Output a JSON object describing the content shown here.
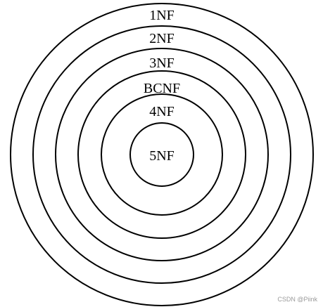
{
  "diagram": {
    "rings": [
      {
        "label": "1NF"
      },
      {
        "label": "2NF"
      },
      {
        "label": "3NF"
      },
      {
        "label": "BCNF"
      },
      {
        "label": "4NF"
      },
      {
        "label": "5NF"
      }
    ],
    "colors": {
      "stroke": "#000000",
      "text": "#000000",
      "background": "#ffffff"
    }
  },
  "watermark": "CSDN @Piink"
}
